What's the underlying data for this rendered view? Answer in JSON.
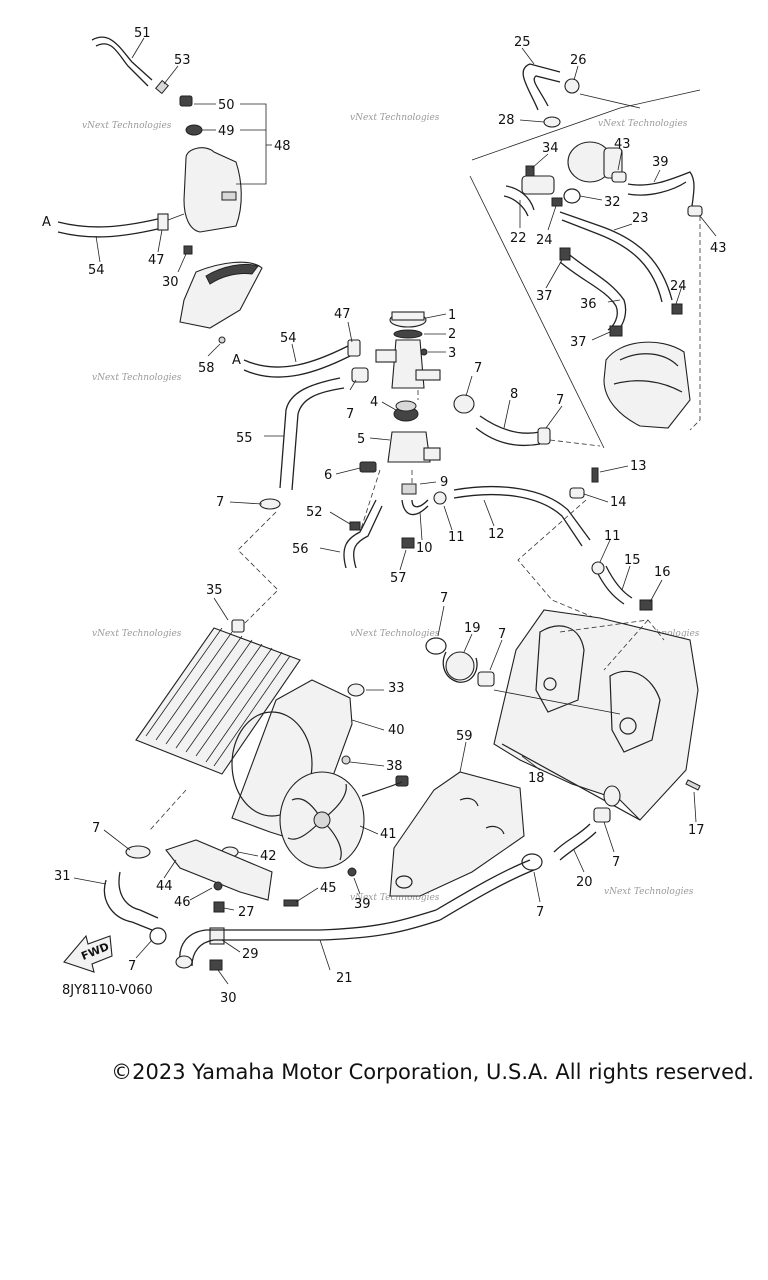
{
  "diagram": {
    "callouts": [
      "1",
      "2",
      "3",
      "4",
      "5",
      "6",
      "7",
      "8",
      "9",
      "10",
      "11",
      "12",
      "13",
      "14",
      "15",
      "16",
      "17",
      "18",
      "19",
      "20",
      "21",
      "22",
      "23",
      "24",
      "25",
      "26",
      "27",
      "28",
      "29",
      "30",
      "31",
      "32",
      "33",
      "34",
      "35",
      "36",
      "37",
      "38",
      "39",
      "40",
      "41",
      "42",
      "43",
      "44",
      "45",
      "46",
      "47",
      "48",
      "49",
      "50",
      "51",
      "52",
      "53",
      "54",
      "55",
      "56",
      "57",
      "58",
      "59"
    ],
    "connector_label": "A",
    "watermark": "vNext Technologies",
    "fwd_label": "FWD",
    "diagram_code": "8JY8110-V060"
  },
  "footer": {
    "copyright": "©2023 Yamaha Motor Corporation, U.S.A. All rights reserved."
  }
}
